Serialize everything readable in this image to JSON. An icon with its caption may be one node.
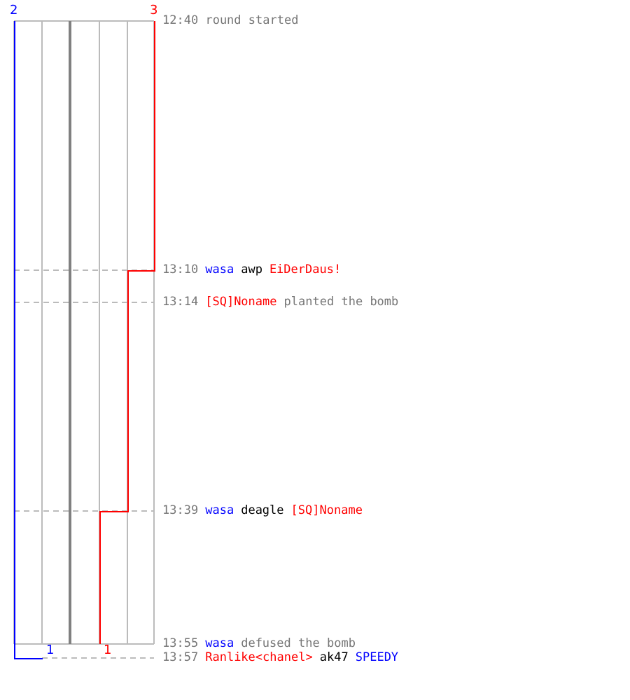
{
  "diagram": {
    "labels": [
      "2",
      "3",
      "12:40 round started",
      "13:10",
      "wasa",
      "awp",
      "EiDerDaus!",
      "13:14",
      "[SQ]Noname",
      "planted the bomb",
      "13:39",
      "wasa",
      "deagle",
      "[SQ]Noname",
      "13:55",
      "wasa",
      "defused the bomb",
      "1",
      "1",
      "13:57",
      "Ranlike<chanel>",
      "ak47",
      "SPEEDY"
    ]
  }
}
